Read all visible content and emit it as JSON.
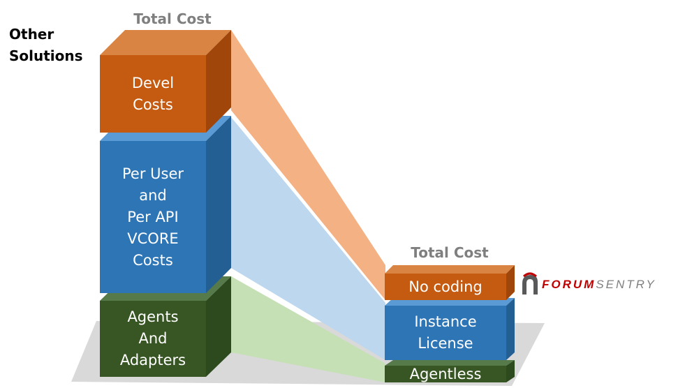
{
  "side_title": "Other\nSolutions",
  "left_stack": {
    "title": "Total Cost",
    "blocks": [
      {
        "label": "Devel\nCosts",
        "color": "#c55a11"
      },
      {
        "label": "Per User\nand\nPer API\nVCORE\nCosts",
        "color": "#2e75b6"
      },
      {
        "label": "Agents\nAnd\nAdapters",
        "color": "#375623"
      }
    ]
  },
  "right_stack": {
    "title": "Total Cost",
    "blocks": [
      {
        "label": "No coding",
        "color": "#c55a11"
      },
      {
        "label": "Instance\nLicense",
        "color": "#2e75b6"
      },
      {
        "label": "Agentless",
        "color": "#375623"
      }
    ]
  },
  "ribbon_colors": {
    "orange": "#f4b183",
    "blue": "#bdd7ee",
    "green": "#c5e0b4"
  },
  "logo": {
    "part1": "FORUM",
    "part2": "SENTRY",
    "icon": "helmet-icon"
  }
}
